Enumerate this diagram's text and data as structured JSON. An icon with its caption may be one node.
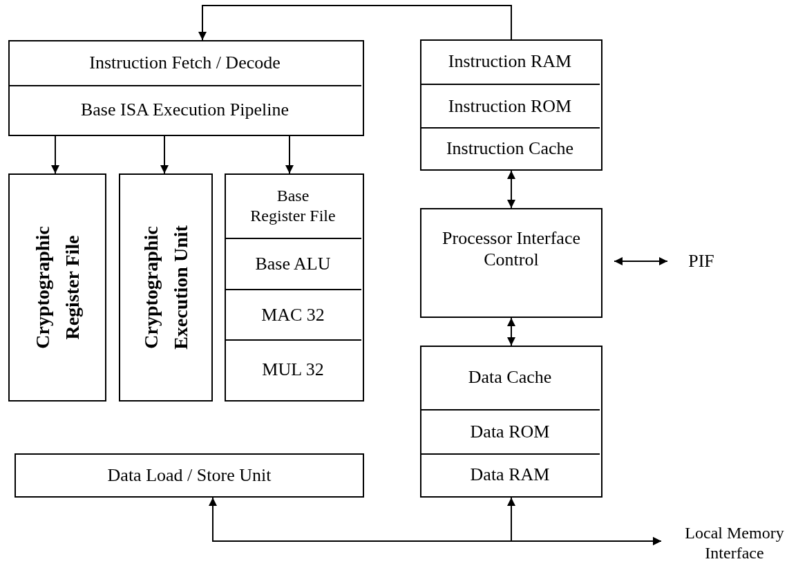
{
  "diagram": {
    "nodes": [
      {
        "text": [],
        "shape": "box"
      },
      {
        "text": [
          "Instruction Fetch / Decode"
        ],
        "in": 0
      },
      {
        "text": [
          "Base ISA Execution Pipeline"
        ],
        "in": 0
      },
      {
        "text": [
          "Cryptographic Register File"
        ]
      },
      {
        "text": [
          "Cryptographic Execution Unit"
        ]
      },
      {
        "text": [],
        "shape": "box"
      },
      {
        "text": [
          "Base Register File"
        ],
        "in": 5
      },
      {
        "text": [
          "Base ALU"
        ],
        "in": 5
      },
      {
        "text": [
          "MAC 32"
        ],
        "in": 5
      },
      {
        "text": [
          "MUL 32"
        ],
        "in": 5
      },
      {
        "text": [
          "Data Load / Store Unit"
        ]
      },
      {
        "text": [],
        "shape": "box"
      },
      {
        "text": [
          "Instruction RAM"
        ],
        "in": 11
      },
      {
        "text": [
          "Instruction ROM"
        ],
        "in": 11
      },
      {
        "text": [
          "Instruction Cache"
        ],
        "in": 11
      },
      {
        "text": [
          "Processor Interface Control"
        ]
      },
      {
        "text": [
          "PIF"
        ]
      },
      {
        "text": [],
        "shape": "box"
      },
      {
        "text": [
          "Data Cache"
        ],
        "in": 17
      },
      {
        "text": [
          "Data ROM"
        ],
        "in": 17
      },
      {
        "text": [
          "Data RAM"
        ],
        "in": 17
      },
      {
        "text": [
          "Local Memory Interface"
        ]
      }
    ],
    "edges": [
      {
        "from": 11,
        "to": 1,
        "arrow": "to"
      },
      {
        "from": 2,
        "to": 3,
        "arrow": "to"
      },
      {
        "from": 2,
        "to": 4,
        "arrow": "to"
      },
      {
        "from": 2,
        "to": 5,
        "arrow": "to"
      },
      {
        "from": 11,
        "to": 15,
        "arrow": "both"
      },
      {
        "from": 15,
        "to": 16,
        "arrow": "both"
      },
      {
        "from": 15,
        "to": 17,
        "arrow": "both"
      },
      {
        "from": 10,
        "to": 21,
        "arrow": "both"
      },
      {
        "from": 17,
        "to": 21,
        "arrow": "both"
      }
    ]
  }
}
